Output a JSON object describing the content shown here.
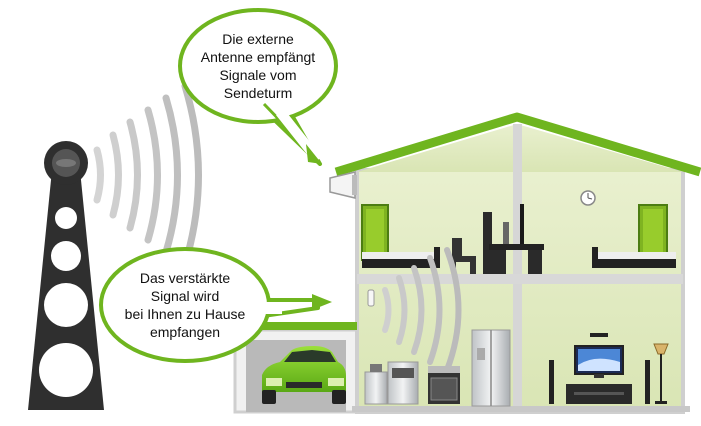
{
  "callouts": {
    "top": {
      "lines": [
        "Die externe",
        "Antenne empfängt",
        "Signale vom",
        "Sendeturm"
      ]
    },
    "bottom": {
      "lines": [
        "Das verstärkte",
        "Signal wird",
        "bei Ihnen zu Hause",
        "empfangen"
      ]
    }
  },
  "colors": {
    "accent_green": "#6fb51f",
    "wall": "#dfe9bf",
    "house_outline": "#cfcfcf",
    "tower": "#2f2f2f",
    "car": "#7fcc1e"
  },
  "icons": [
    "cell-tower",
    "external-antenna",
    "indoor-antenna",
    "car",
    "bed",
    "tv",
    "fridge",
    "grill",
    "oven",
    "lamp",
    "clock",
    "door",
    "chair"
  ]
}
